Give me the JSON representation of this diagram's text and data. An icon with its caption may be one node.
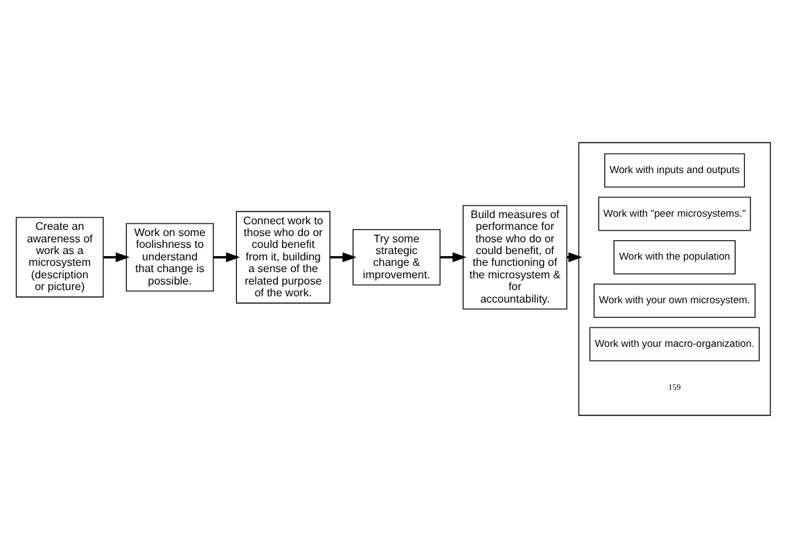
{
  "diagram": {
    "nodes": [
      {
        "text": [
          "Create an awareness of work as a microsystem (description or picture)"
        ]
      },
      {
        "text": [
          "Work on some foolishness to understand that change is possible."
        ]
      },
      {
        "text": [
          "Connect work to those who do or could benefit from it, building a sense of the related purpose of the work."
        ]
      },
      {
        "text": [
          "Try some strategic change & improvement."
        ]
      },
      {
        "text": [
          "Build measures of performance for those who do or could benefit, of the functioning of the microsystem & for accountability."
        ]
      },
      {
        "text": [],
        "shape": "box"
      },
      {
        "text": [
          "Work with inputs and outputs"
        ],
        "in": 5
      },
      {
        "text": [
          "Work with \"peer microsystems.\""
        ],
        "in": 5
      },
      {
        "text": [
          "Work with the population"
        ],
        "in": 5
      },
      {
        "text": [
          "Work with your own microsystem."
        ],
        "in": 5
      },
      {
        "text": [
          "Work with your macro-organization."
        ],
        "in": 5
      }
    ],
    "edges": [
      {
        "from": 0,
        "to": 1,
        "arrow": "to"
      },
      {
        "from": 1,
        "to": 2,
        "arrow": "to"
      },
      {
        "from": 2,
        "to": 3,
        "arrow": "to"
      },
      {
        "from": 3,
        "to": 4,
        "arrow": "to"
      },
      {
        "from": 4,
        "to": 5,
        "arrow": "to"
      }
    ],
    "labels": [
      "159"
    ]
  }
}
